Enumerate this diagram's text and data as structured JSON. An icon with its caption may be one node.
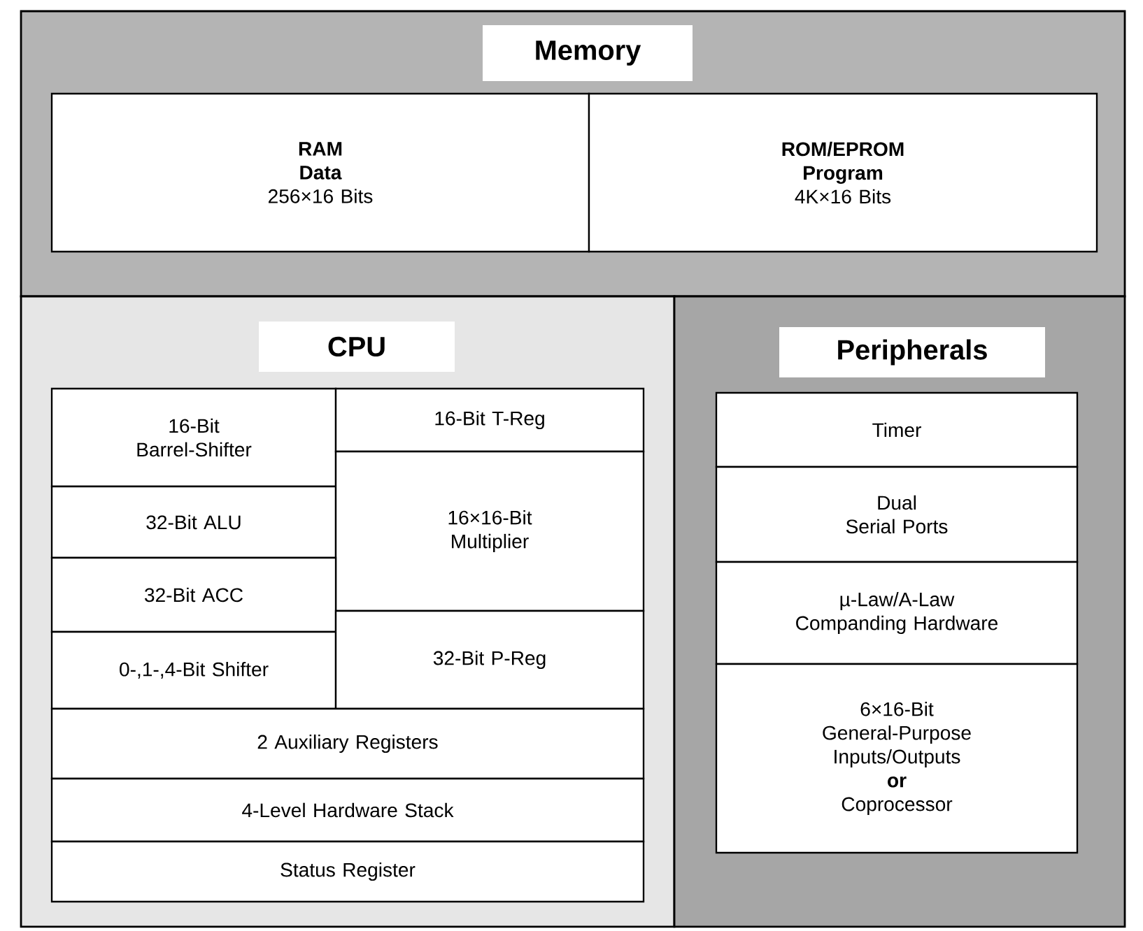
{
  "diagram": {
    "nodes": [
      {
        "text": [
          "Memory"
        ]
      },
      {
        "text": [
          "RAM",
          "Data",
          "256×16 Bits"
        ],
        "in": 0
      },
      {
        "text": [
          "ROM/EPROM",
          "Program",
          "4K×16 Bits"
        ],
        "in": 0
      },
      {
        "text": [
          "CPU"
        ]
      },
      {
        "text": [
          "16-Bit Barrel-Shifter"
        ],
        "in": 3
      },
      {
        "text": [
          "16-Bit T-Reg"
        ],
        "in": 3
      },
      {
        "text": [
          "32-Bit ALU"
        ],
        "in": 3
      },
      {
        "text": [
          "16×16-Bit Multiplier"
        ],
        "in": 3
      },
      {
        "text": [
          "32-Bit ACC"
        ],
        "in": 3
      },
      {
        "text": [
          "0-,1-,4-Bit Shifter"
        ],
        "in": 3
      },
      {
        "text": [
          "32-Bit P-Reg"
        ],
        "in": 3
      },
      {
        "text": [
          "2 Auxiliary Registers"
        ],
        "in": 3
      },
      {
        "text": [
          "4-Level Hardware Stack"
        ],
        "in": 3
      },
      {
        "text": [
          "Status Register"
        ],
        "in": 3
      },
      {
        "text": [
          "Peripherals"
        ]
      },
      {
        "text": [
          "Timer"
        ],
        "in": 14
      },
      {
        "text": [
          "Dual",
          "Serial Ports"
        ],
        "in": 14
      },
      {
        "text": [
          "µ-Law/A-Law Companding Hardware"
        ],
        "in": 14
      },
      {
        "text": [
          "6×16-Bit General-Purpose Inputs/Outputs",
          "or",
          "Coprocessor"
        ],
        "in": 14
      }
    ]
  }
}
